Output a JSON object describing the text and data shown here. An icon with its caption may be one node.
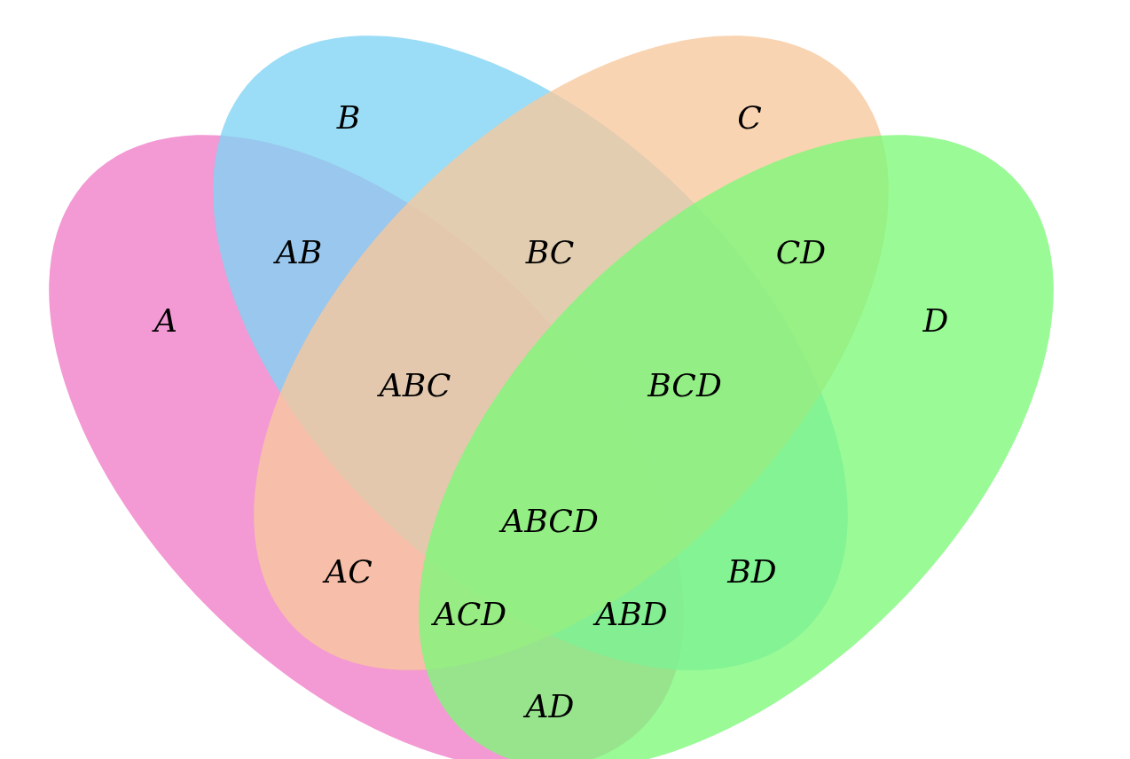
{
  "diagram": {
    "nodes": [
      {
        "text": [
          "A"
        ]
      },
      {
        "text": [
          "B"
        ]
      },
      {
        "text": [
          "C"
        ]
      },
      {
        "text": [
          "D"
        ]
      }
    ],
    "labels": [
      "AB",
      "BC",
      "CD",
      "ABC",
      "BCD",
      "ABCD",
      "AC",
      "BD",
      "ACD",
      "ABD",
      "AD"
    ]
  }
}
